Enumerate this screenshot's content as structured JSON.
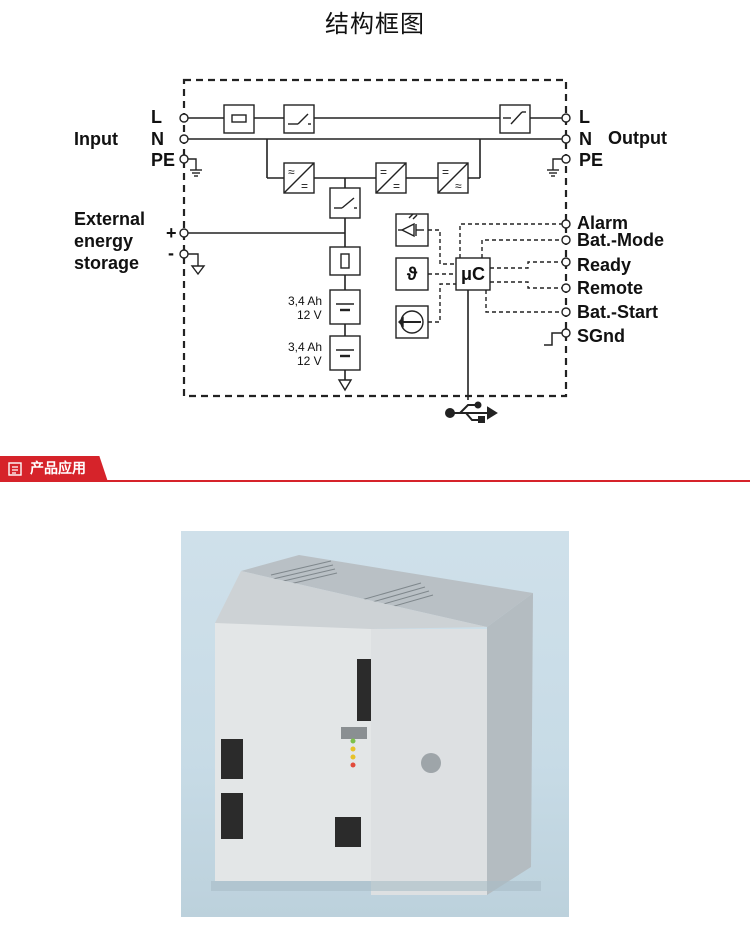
{
  "page_title": "结构框图",
  "diagram": {
    "input": {
      "label": "Input",
      "L": "L",
      "N": "N",
      "PE": "PE"
    },
    "output": {
      "label": "Output",
      "L": "L",
      "N": "N",
      "PE": "PE"
    },
    "external": {
      "line1": "External",
      "line2": "energy",
      "line3": "storage",
      "plus": "+",
      "minus": "-"
    },
    "battery1": {
      "capacity": "3,4 Ah",
      "voltage": "12 V"
    },
    "battery2": {
      "capacity": "3,4 Ah",
      "voltage": "12 V"
    },
    "signals": [
      "Alarm",
      "Bat.-Mode",
      "Ready",
      "Remote",
      "Bat.-Start",
      "SGnd"
    ],
    "microcontroller": "μC",
    "theta": "ϑ"
  },
  "section": {
    "label": "产品应用",
    "color": "#d6232a"
  },
  "icons": {
    "usb": "usb-icon",
    "ground": "ground-icon",
    "led": "led-icon",
    "section": "document-icon"
  }
}
